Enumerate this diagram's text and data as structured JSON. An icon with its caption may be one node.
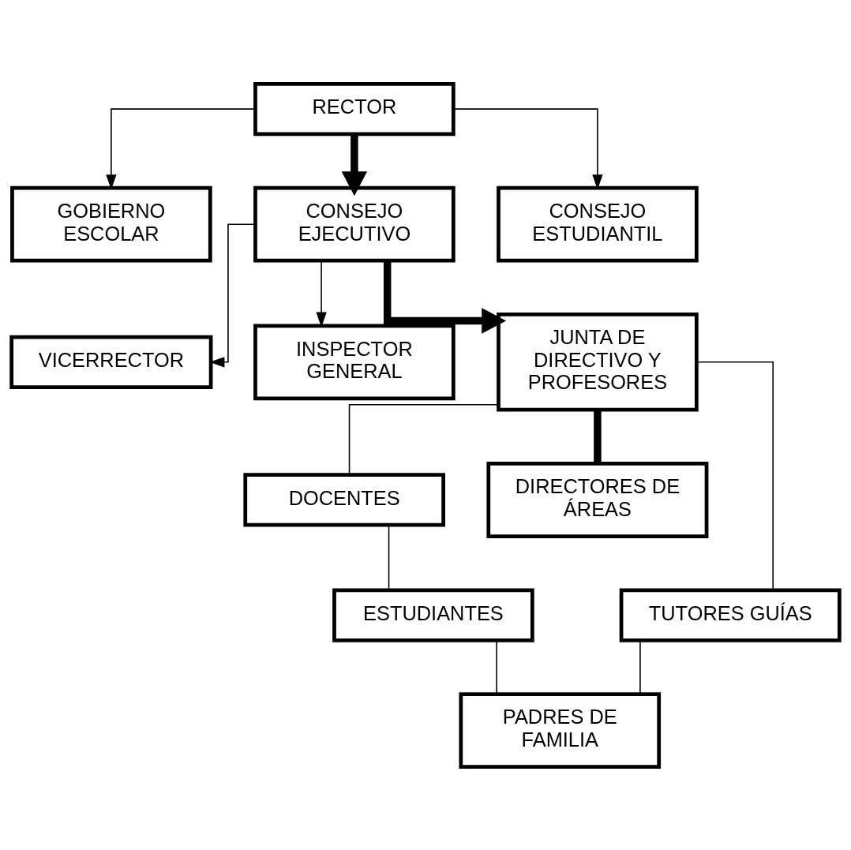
{
  "diagram": {
    "nodes": [
      {
        "text": [
          "RECTOR"
        ]
      },
      {
        "text": [
          "GOBIERNO ESCOLAR"
        ]
      },
      {
        "text": [
          "CONSEJO EJECUTIVO"
        ]
      },
      {
        "text": [
          "CONSEJO ESTUDIANTIL"
        ]
      },
      {
        "text": [
          "VICERRECTOR"
        ]
      },
      {
        "text": [
          "INSPECTOR GENERAL"
        ]
      },
      {
        "text": [
          "JUNTA DE DIRECTIVO Y PROFESORES"
        ]
      },
      {
        "text": [
          "DOCENTES"
        ]
      },
      {
        "text": [
          "DIRECTORES DE ÁREAS"
        ]
      },
      {
        "text": [
          "TUTORES GUÍAS"
        ]
      },
      {
        "text": [
          "ESTUDIANTES"
        ]
      },
      {
        "text": [
          "PADRES DE FAMILIA"
        ]
      }
    ],
    "edges": [
      {
        "from": 0,
        "to": 1,
        "arrow": "to"
      },
      {
        "from": 0,
        "to": 2,
        "arrow": "to",
        "style": "thick"
      },
      {
        "from": 0,
        "to": 3,
        "arrow": "to"
      },
      {
        "from": 2,
        "to": 4,
        "arrow": "to"
      },
      {
        "from": 2,
        "to": 6,
        "arrow": "to",
        "style": "thick"
      },
      {
        "from": 2,
        "to": 5,
        "arrow": "to"
      },
      {
        "from": 6,
        "to": 7,
        "arrow": "none"
      },
      {
        "from": 6,
        "to": 8,
        "arrow": "none",
        "style": "thick"
      },
      {
        "from": 6,
        "to": 9,
        "arrow": "none"
      },
      {
        "from": 7,
        "to": 10,
        "arrow": "none"
      },
      {
        "from": 10,
        "to": 11,
        "arrow": "none"
      },
      {
        "from": 9,
        "to": 11,
        "arrow": "none"
      }
    ]
  }
}
